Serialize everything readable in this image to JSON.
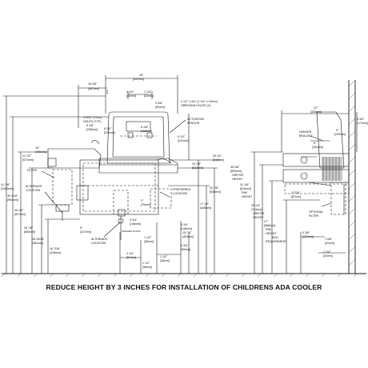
{
  "caption": "REDUCE HEIGHT BY 3 INCHES FOR INSTALLATION OF CHILDRENS ADA COOLER",
  "colors": {
    "line": "#1a1a1a",
    "background": "#ffffff"
  },
  "front_view": {
    "dims": {
      "top_width": "18\"",
      "top_width_mm": "[457mm]",
      "half_width": "18 3/8\"",
      "half_width_mm": "[467mm]",
      "a1": "1 1/4\"",
      "a1_mm": "[32mm]",
      "a2": "1 1/4\"",
      "a2_mm": "[32mm]",
      "mount_holes": "2-9/32\" (7mm)",
      "mount_holes_b": "HOLES (TYP)",
      "ring": "3 5/8\"",
      "ring_mm": "[92mm]",
      "b1": "6 1/8\"",
      "b1_mm": "[156mm]",
      "b2": "6 1/8\"",
      "b2_mm": "[156mm]",
      "b3": "8 3/4\"",
      "b3_mm": "[222mm]",
      "c1": "9 1/2\"",
      "c1_mm": "[241mm]",
      "h1": "16\"",
      "h1_mm": "[406mm]",
      "h2": "22 1/2\"",
      "h2_mm": "[572mm]",
      "h3": "41 7/8\"",
      "h3_mm": "[1063mm]",
      "h4": "39 1/16\"",
      "h4_mm": "[992mm]",
      "h5": "36 1/2\"",
      "h5_mm": "[927mm]",
      "h6": "26 7/8\"",
      "h6_mm": "[683mm]",
      "h7": "18 15/16\"",
      "h7_mm": "[481mm]",
      "h8": "16 7/16\"",
      "h8_mm": "[418mm]",
      "r1": "25 1/2\"",
      "r1_mm": "[648mm]",
      "r2": "24 7/8\"",
      "r2_mm": "[632mm]",
      "r3": "20 7/8\"",
      "r3_mm": "[530mm]",
      "r4": "17 1/2\"",
      "r4_mm": "[445mm]",
      "r5": "15 7/8\"",
      "r5_mm": "[403mm]",
      "d1": "3\"",
      "d1_mm": "[76mm]",
      "d2": "5 3/4\"",
      "d2_mm": "[146mm]",
      "d3": "5 3/4\"",
      "d3_mm": "[146mm]",
      "d4": "3 3/4\"",
      "d4_mm": "[95mm]",
      "d5": "1 1/2\"",
      "d5_mm": "[38mm]",
      "d6": "2 1/4\"",
      "d6_mm": "[57mm]",
      "d7": "1 1/2\"",
      "d7_mm": "[38mm]",
      "d8": "1 1/2\"",
      "d8_mm": "[38mm]",
      "d9": "5\"",
      "d9_mm": "[127mm]"
    },
    "labels": {
      "knockouts": "2 1/2\" x 3/4\" (1 1/4\" x 19mm)",
      "knockouts_b": "OBROUND HOLES (4)",
      "activation_sensor": "ACTIVATION",
      "activation_sensor_b": "SENSOR",
      "filter": "FILTER",
      "alternate_location": "ALTERNATE",
      "alternate_location_b": "LOCATION",
      "preferred_location": "PREFERRED",
      "preferred_location_b": "LOCATION",
      "alternate_location_2": "ALTERNATE",
      "alternate_location_2b": "LOCATION",
      "note": "FINISHED FLOOR"
    }
  },
  "side_view": {
    "dims": {
      "s1": "12\"",
      "s1_mm": "[305mm]",
      "s2": "6 3/4\"",
      "s2_mm": "[171mm]",
      "s3": "6\"",
      "s3_mm": "[152mm]",
      "s4": "3 7/16\"",
      "s4_mm": "[87mm]",
      "s5": "5 3/8\"",
      "s5_mm": "[137mm]",
      "s6": "1 5/8\"",
      "s6_mm": "[41mm]",
      "s7": "1 1/4\"",
      "s7_mm": "[32mm]",
      "s8": "9\"",
      "s8_mm": "[229mm]",
      "hv1": "35 3/8\"",
      "hv1_mm": "[899mm]",
      "hv2": "32 1/8\"",
      "hv2_mm": "[816mm]",
      "hv3": "29 1/4\"",
      "hv3_mm": "[743mm]",
      "hv4": "27\"",
      "hv4_mm": "[686mm]"
    },
    "labels": {
      "hanger_bracket": "HANGER",
      "hanger_bracket_b": "BRACKET",
      "orifice_height": "ORIFICE",
      "orifice_height_b": "HEIGHT",
      "rim_height": "RIM",
      "rim_height_b": "HEIGHT",
      "orifice_height_2": "ORIFICE",
      "orifice_height_2b": "HEIGHT",
      "rim_height_2": "RIM",
      "rim_height_2b": "HEIGHT",
      "ada_requirement": "ADA",
      "ada_requirement_b": "REQUIREMENT",
      "optional_filter": "OPTIONAL",
      "optional_filter_b": "FILTER"
    }
  }
}
